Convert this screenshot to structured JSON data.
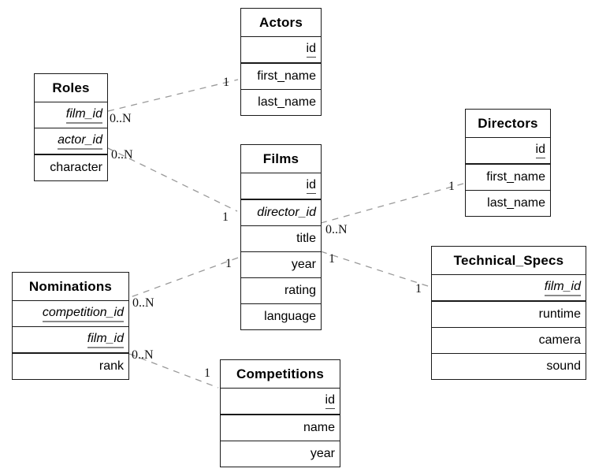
{
  "diagram": {
    "background_color": "#ffffff",
    "border_color": "#1a1a1a",
    "relationship_line_color": "#9a9a9a",
    "pk_underline_color": "#8a8a8a",
    "tables": [
      {
        "name": "Actors",
        "title": "Actors",
        "fields": [
          {
            "label": "id",
            "underline": true,
            "italic": false
          },
          {
            "label": "first_name",
            "underline": false,
            "italic": false
          },
          {
            "label": "last_name",
            "underline": false,
            "italic": false
          }
        ]
      },
      {
        "name": "Roles",
        "title": "Roles",
        "fields": [
          {
            "label": "film_id",
            "underline": true,
            "italic": true
          },
          {
            "label": "actor_id",
            "underline": true,
            "italic": true
          },
          {
            "label": "character",
            "underline": false,
            "italic": false
          }
        ]
      },
      {
        "name": "Films",
        "title": "Films",
        "fields": [
          {
            "label": "id",
            "underline": true,
            "italic": false
          },
          {
            "label": "director_id",
            "underline": false,
            "italic": true
          },
          {
            "label": "title",
            "underline": false,
            "italic": false
          },
          {
            "label": "year",
            "underline": false,
            "italic": false
          },
          {
            "label": "rating",
            "underline": false,
            "italic": false
          },
          {
            "label": "language",
            "underline": false,
            "italic": false
          }
        ]
      },
      {
        "name": "Directors",
        "title": "Directors",
        "fields": [
          {
            "label": "id",
            "underline": true,
            "italic": false
          },
          {
            "label": "first_name",
            "underline": false,
            "italic": false
          },
          {
            "label": "last_name",
            "underline": false,
            "italic": false
          }
        ]
      },
      {
        "name": "Nominations",
        "title": "Nominations",
        "fields": [
          {
            "label": "competition_id",
            "underline": true,
            "italic": true
          },
          {
            "label": "film_id",
            "underline": true,
            "italic": true
          },
          {
            "label": "rank",
            "underline": false,
            "italic": false
          }
        ]
      },
      {
        "name": "Technical_Specs",
        "title": "Technical_Specs",
        "fields": [
          {
            "label": "film_id",
            "underline": true,
            "italic": true
          },
          {
            "label": "runtime",
            "underline": false,
            "italic": false
          },
          {
            "label": "camera",
            "underline": false,
            "italic": false
          },
          {
            "label": "sound",
            "underline": false,
            "italic": false
          }
        ]
      },
      {
        "name": "Competitions",
        "title": "Competitions",
        "fields": [
          {
            "label": "id",
            "underline": true,
            "italic": false
          },
          {
            "label": "name",
            "underline": false,
            "italic": false
          },
          {
            "label": "year",
            "underline": false,
            "italic": false
          }
        ]
      }
    ],
    "connections": [
      {
        "from": "Roles",
        "to": "Actors",
        "from_label": "0..N",
        "to_label": "1"
      },
      {
        "from": "Roles",
        "to": "Films",
        "from_label": "0..N",
        "to_label": "1"
      },
      {
        "from": "Films",
        "to": "Directors",
        "from_label": "0..N",
        "to_label": "1"
      },
      {
        "from": "Films",
        "to": "Technical_Specs",
        "from_label": "1",
        "to_label": "1"
      },
      {
        "from": "Films",
        "to": "Nominations",
        "from_label": "1",
        "to_label": "0..N"
      },
      {
        "from": "Nominations",
        "to": "Competitions",
        "from_label": "0..N",
        "to_label": "1"
      }
    ]
  }
}
